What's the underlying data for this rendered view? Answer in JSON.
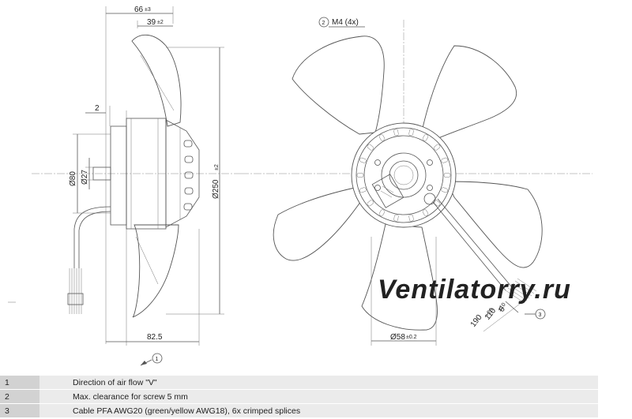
{
  "dimensions": {
    "width_66": "66",
    "tol_66": "±3",
    "width_39": "39",
    "tol_39": "±2",
    "clearance_2": "2",
    "dia_80": "Ø80",
    "dia_27": "Ø27",
    "dia_250": "Ø250",
    "tol_250": "±2",
    "length_825": "82.5",
    "screw": "M4 (4x)",
    "dia_58": "Ø58",
    "tol_58": "±0.2",
    "cable_6": "6",
    "cable_110": "110",
    "tol_110": "±10",
    "cable_190": "190",
    "tol_190": "+20"
  },
  "callouts": {
    "c1": "1",
    "c2": "2",
    "c3": "3"
  },
  "watermark": "Ventilatorry.ru",
  "notes": [
    {
      "num": "1",
      "text": "Direction of air flow \"V\""
    },
    {
      "num": "2",
      "text": "Max. clearance for screw 5 mm"
    },
    {
      "num": "3",
      "text": "Cable PFA AWG20 (green/yellow AWG18), 6x crimped splices"
    }
  ]
}
